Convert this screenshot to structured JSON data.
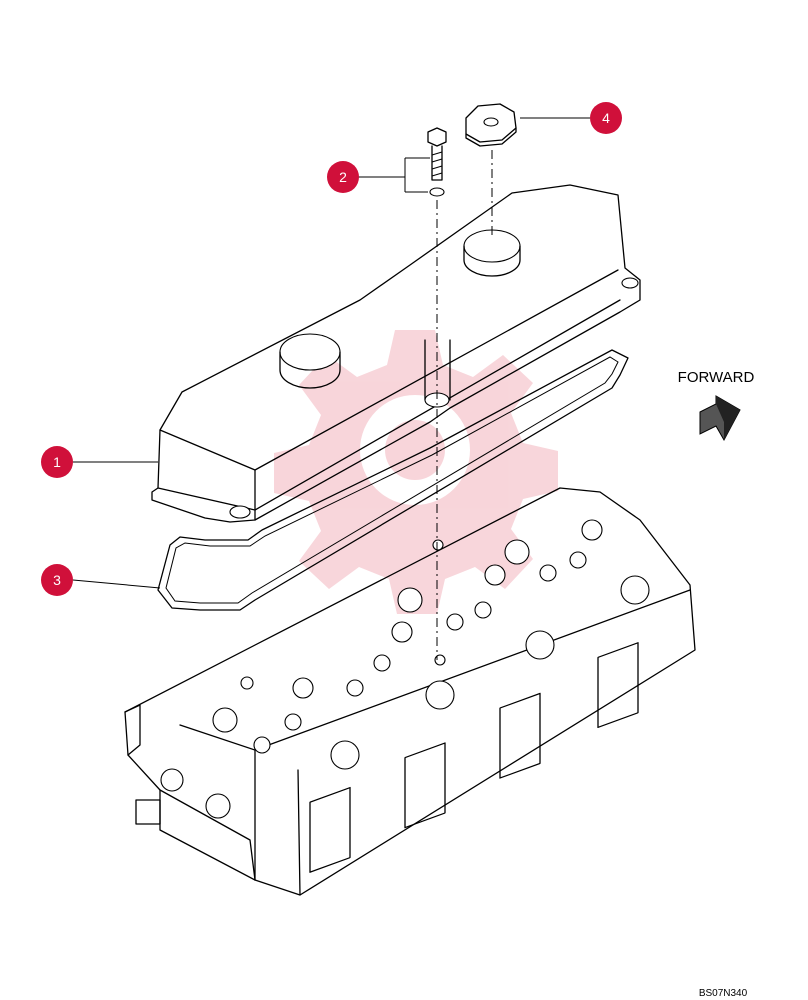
{
  "callouts": [
    {
      "id": "callout-1",
      "label": "1"
    },
    {
      "id": "callout-2",
      "label": "2"
    },
    {
      "id": "callout-3",
      "label": "3"
    },
    {
      "id": "callout-4",
      "label": "4"
    }
  ],
  "forward_label": "FORWARD",
  "drawing_code": "BS07N340",
  "colors": {
    "callout_fill": "#d0103a",
    "watermark": "#f3b4bd",
    "line": "#000000"
  },
  "icons": {
    "direction": "forward-arrow-icon"
  }
}
